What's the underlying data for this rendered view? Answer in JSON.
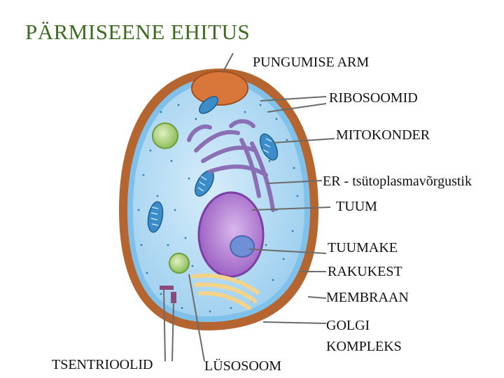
{
  "title": "PÄRMISEENE EHITUS",
  "labels": {
    "bud_scar": "PUNGUMISE ARM",
    "ribosomes": "RIBOSOOMID",
    "mitochondrion": "MITOKONDER",
    "er": "ER - tsütoplasmavõrgustik",
    "nucleus": "TUUM",
    "nucleolus": "TUUMAKE",
    "cell_wall": "RAKUKEST",
    "membrane": "MEMBRAAN",
    "golgi_line1": "GOLGI",
    "golgi_line2": "KOMPLEKS",
    "centrioles": "TSENTRIOOLID",
    "lysosome": "LÜSOSOOM"
  },
  "colors": {
    "title": "#3d6b1f",
    "cell_wall": "#b5652f",
    "cytoplasm": "#b9dcf2",
    "membrane": "#7fc1ea",
    "er": "#8a6fb5",
    "nucleus": "#a46ac9",
    "nucleolus": "#6f8fd6",
    "mitochondrion": "#3b8cc9",
    "golgi": "#f4d48a",
    "vacuole": "#9ccc6a",
    "bud_scar": "#d9763a",
    "leader_lines": "#6b6b6b"
  }
}
